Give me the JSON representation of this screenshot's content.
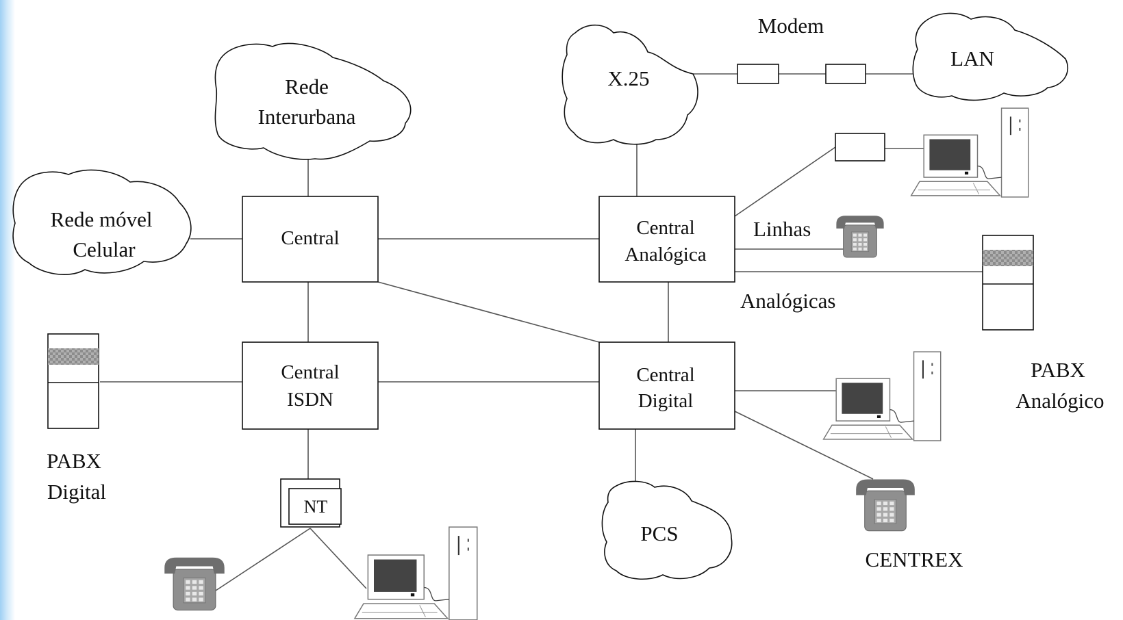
{
  "clouds": {
    "interurbana": [
      "Rede",
      "Interurbana"
    ],
    "movel": [
      "Rede móvel",
      "Celular"
    ],
    "x25": "X.25",
    "lan": "LAN",
    "pcs": "PCS"
  },
  "switches": {
    "central": "Central",
    "analogica": [
      "Central",
      "Analógica"
    ],
    "isdn": [
      "Central",
      "ISDN"
    ],
    "digital": [
      "Central",
      "Digital"
    ]
  },
  "labels": {
    "modem": "Modem",
    "linhas": "Linhas",
    "analogicas": "Analógicas",
    "pabx_analogico": [
      "PABX",
      "Analógico"
    ],
    "pabx_digital": [
      "PABX",
      "Digital"
    ],
    "centrex": "CENTREX",
    "nt": "NT"
  },
  "colors": {
    "line": "#555555",
    "box_stroke": "#111111",
    "phone_body": "#8a8a8a",
    "phone_dark": "#5e5e5e",
    "screen": "#444444",
    "accent_left": "#9fd0f4"
  }
}
